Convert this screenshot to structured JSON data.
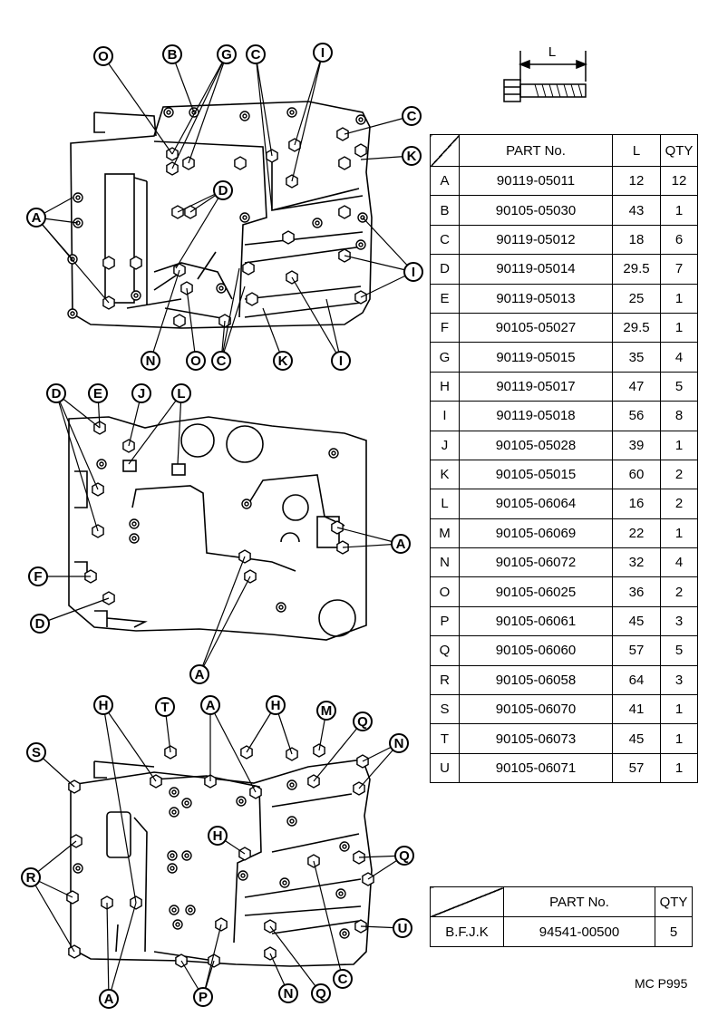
{
  "bolt_dimension_label": "L",
  "parts_table": {
    "headers": {
      "part_no": "PART No.",
      "length": "L",
      "qty": "QTY"
    },
    "rows": [
      {
        "key": "A",
        "part_no": "90119-05011",
        "length": "12",
        "qty": "12"
      },
      {
        "key": "B",
        "part_no": "90105-05030",
        "length": "43",
        "qty": "1"
      },
      {
        "key": "C",
        "part_no": "90119-05012",
        "length": "18",
        "qty": "6"
      },
      {
        "key": "D",
        "part_no": "90119-05014",
        "length": "29.5",
        "qty": "7"
      },
      {
        "key": "E",
        "part_no": "90119-05013",
        "length": "25",
        "qty": "1"
      },
      {
        "key": "F",
        "part_no": "90105-05027",
        "length": "29.5",
        "qty": "1"
      },
      {
        "key": "G",
        "part_no": "90119-05015",
        "length": "35",
        "qty": "4"
      },
      {
        "key": "H",
        "part_no": "90119-05017",
        "length": "47",
        "qty": "5"
      },
      {
        "key": "I",
        "part_no": "90119-05018",
        "length": "56",
        "qty": "8"
      },
      {
        "key": "J",
        "part_no": "90105-05028",
        "length": "39",
        "qty": "1"
      },
      {
        "key": "K",
        "part_no": "90105-05015",
        "length": "60",
        "qty": "2"
      },
      {
        "key": "L",
        "part_no": "90105-06064",
        "length": "16",
        "qty": "2"
      },
      {
        "key": "M",
        "part_no": "90105-06069",
        "length": "22",
        "qty": "1"
      },
      {
        "key": "N",
        "part_no": "90105-06072",
        "length": "32",
        "qty": "4"
      },
      {
        "key": "O",
        "part_no": "90105-06025",
        "length": "36",
        "qty": "2"
      },
      {
        "key": "P",
        "part_no": "90105-06061",
        "length": "45",
        "qty": "3"
      },
      {
        "key": "Q",
        "part_no": "90105-06060",
        "length": "57",
        "qty": "5"
      },
      {
        "key": "R",
        "part_no": "90105-06058",
        "length": "64",
        "qty": "3"
      },
      {
        "key": "S",
        "part_no": "90105-06070",
        "length": "41",
        "qty": "1"
      },
      {
        "key": "T",
        "part_no": "90105-06073",
        "length": "45",
        "qty": "1"
      },
      {
        "key": "U",
        "part_no": "90105-06071",
        "length": "57",
        "qty": "1"
      }
    ]
  },
  "kit_table": {
    "headers": {
      "part_no": "PART No.",
      "qty": "QTY"
    },
    "rows": [
      {
        "key": "B.F.J.K",
        "part_no": "94541-00500",
        "qty": "5"
      }
    ]
  },
  "page_code": "MC P995",
  "callouts": {
    "top": [
      "O",
      "B",
      "G",
      "C",
      "I",
      "C",
      "K",
      "A",
      "D",
      "I",
      "N",
      "O",
      "C",
      "K",
      "I"
    ],
    "middle": [
      "D",
      "E",
      "J",
      "L",
      "A",
      "F",
      "D",
      "A"
    ],
    "bottom": [
      "H",
      "T",
      "A",
      "H",
      "M",
      "Q",
      "S",
      "N",
      "H",
      "Q",
      "R",
      "U",
      "A",
      "P",
      "N",
      "Q",
      "C"
    ]
  }
}
